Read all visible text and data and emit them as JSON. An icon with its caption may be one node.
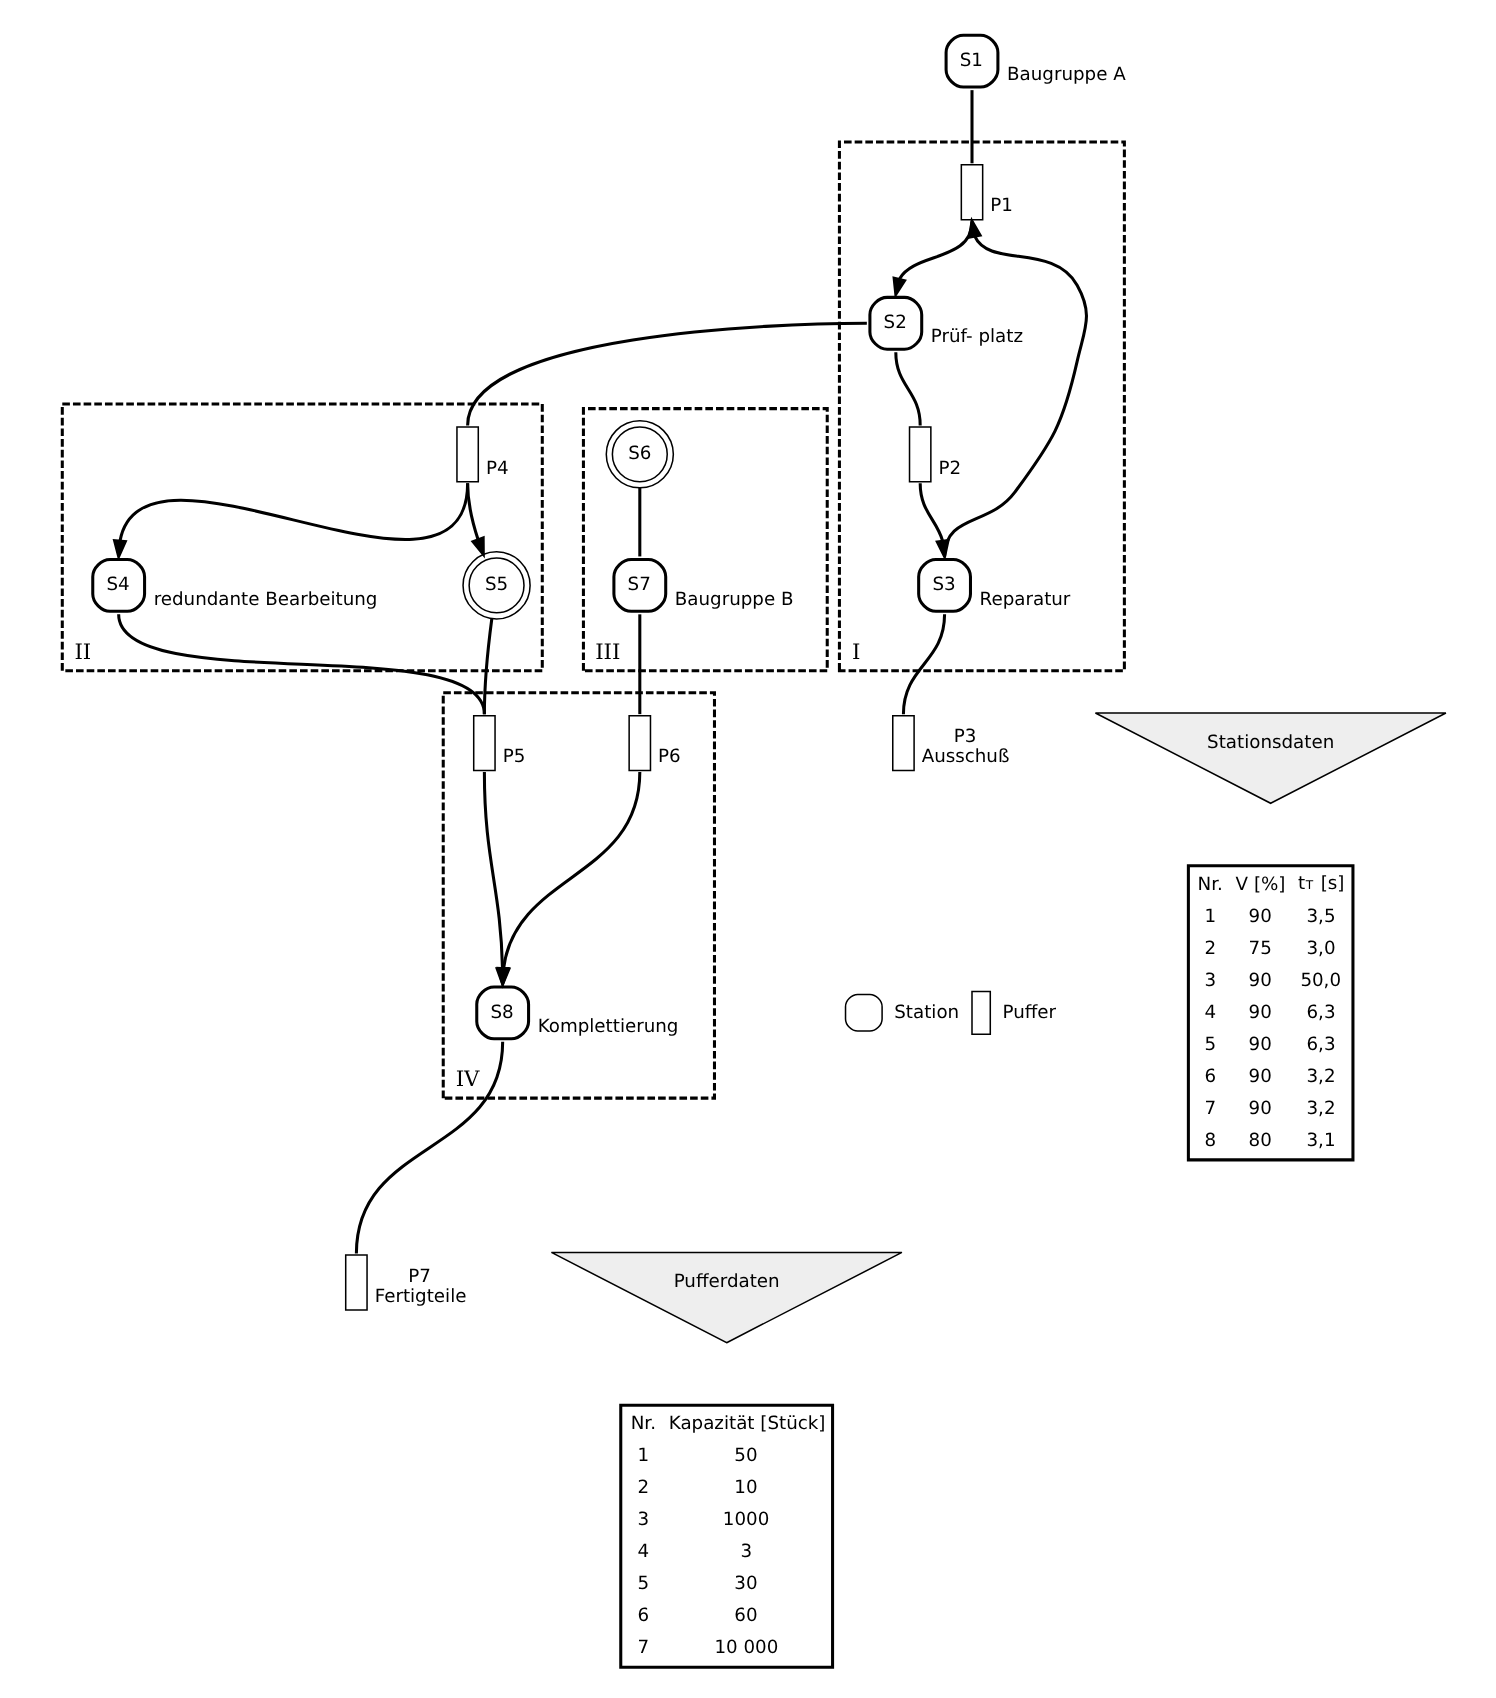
{
  "diagram": {
    "nodes": [
      {
        "text": [
          "S1"
        ],
        "beside": [
          "Baugruppe A"
        ]
      },
      {
        "text": [
          "I"
        ]
      },
      {
        "text": [],
        "shape": "box",
        "beside": [
          "P1"
        ],
        "in": 1
      },
      {
        "text": [
          "S2"
        ],
        "beside": [
          "Prüf- platz"
        ],
        "in": 1
      },
      {
        "text": [],
        "shape": "box",
        "beside": [
          "P2"
        ],
        "in": 1
      },
      {
        "text": [
          "S3"
        ],
        "beside": [
          "Reparatur"
        ],
        "in": 1
      },
      {
        "text": [],
        "shape": "box",
        "beside": [
          "P3",
          "Ausschuß"
        ]
      },
      {
        "text": [
          "II"
        ]
      },
      {
        "text": [],
        "shape": "box",
        "beside": [
          "P4"
        ],
        "in": 7
      },
      {
        "text": [
          "S4"
        ],
        "beside": [
          "redundante Bearbeitung"
        ],
        "in": 7
      },
      {
        "text": [
          "S5"
        ],
        "in": 7
      },
      {
        "text": [
          "III"
        ]
      },
      {
        "text": [
          "S6"
        ],
        "in": 11
      },
      {
        "text": [
          "S7"
        ],
        "beside": [
          "Baugruppe B"
        ],
        "in": 11
      },
      {
        "text": [
          "IV"
        ]
      },
      {
        "text": [],
        "shape": "box",
        "beside": [
          "P6"
        ],
        "in": 14
      },
      {
        "text": [],
        "shape": "box",
        "beside": [
          "P5"
        ],
        "in": 14
      },
      {
        "text": [
          "S8"
        ],
        "beside": [
          "Komplettierung"
        ],
        "in": 14
      },
      {
        "text": [],
        "shape": "box",
        "beside": [
          "P7",
          "Fertigteile"
        ]
      },
      {
        "text": [
          "Stationsdaten"
        ]
      },
      {
        "text": [
          "Pufferdaten"
        ]
      }
    ],
    "edges": [
      {
        "from": 0,
        "to": 2,
        "arrow": "none"
      },
      {
        "from": 2,
        "to": 3,
        "arrow": "to"
      },
      {
        "from": 5,
        "to": 2,
        "arrow": "to"
      },
      {
        "from": 3,
        "to": 4,
        "arrow": "none"
      },
      {
        "from": 4,
        "to": 5,
        "arrow": "to"
      },
      {
        "from": 5,
        "to": 6,
        "arrow": "none"
      },
      {
        "from": 3,
        "to": 8,
        "arrow": "none"
      },
      {
        "from": 8,
        "to": 9,
        "arrow": "to"
      },
      {
        "from": 8,
        "to": 10,
        "arrow": "to"
      },
      {
        "from": 9,
        "to": 16,
        "arrow": "none"
      },
      {
        "from": 10,
        "to": 16,
        "arrow": "none"
      },
      {
        "from": 16,
        "to": 17,
        "arrow": "to"
      },
      {
        "from": 12,
        "to": 13,
        "arrow": "none"
      },
      {
        "from": 13,
        "to": 15,
        "arrow": "none"
      },
      {
        "from": 15,
        "to": 17,
        "arrow": "to"
      },
      {
        "from": 17,
        "to": 18,
        "arrow": "none"
      }
    ],
    "labels": [
      "Nr.",
      "V [%]",
      "t$_{T}$ [s]",
      "1",
      "90",
      "3,5",
      "2",
      "75",
      "3,0",
      "3",
      "90",
      "50,0",
      "4",
      "90",
      "6,3",
      "5",
      "90",
      "6,3",
      "6",
      "90",
      "3,2",
      "7",
      "90",
      "3,2",
      "8",
      "80",
      "3,1",
      "Nr.",
      "Kapazität [Stück]",
      "1",
      "50",
      "2",
      "10",
      "3",
      "1000",
      "4",
      "3",
      "5",
      "30",
      "6",
      "60",
      "7",
      "10 000"
    ],
    "legend": [
      {
        "text": "Station"
      },
      {
        "text": "Puffer"
      }
    ]
  }
}
